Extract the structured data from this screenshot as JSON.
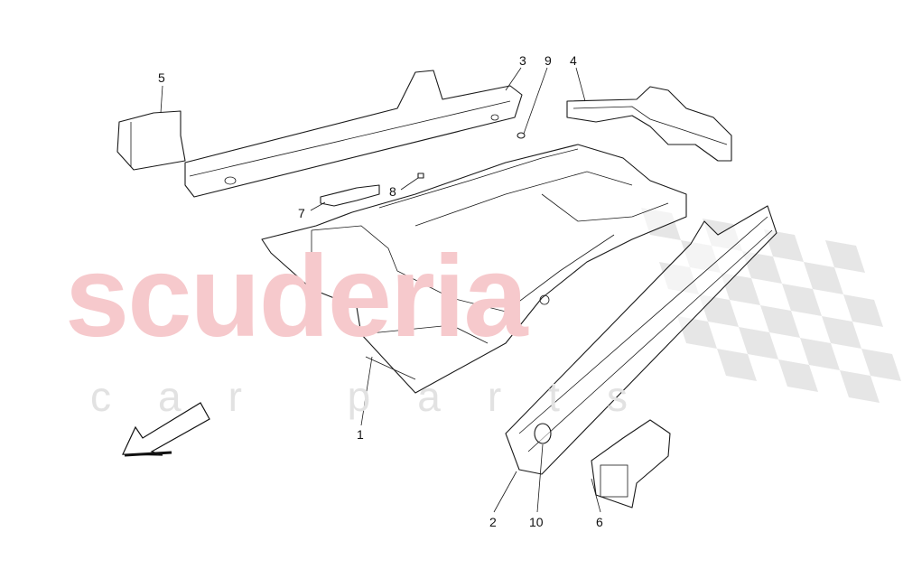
{
  "watermark": {
    "brand": "scuderia",
    "sub": "car parts"
  },
  "callouts": [
    "1",
    "2",
    "3",
    "4",
    "5",
    "6",
    "7",
    "8",
    "9",
    "10"
  ],
  "icons": {
    "direction": "arrow-front-left-icon",
    "flag": "checkered-flag-watermark"
  },
  "colors": {
    "watermark_pink": "#f6c9cc",
    "watermark_gray": "#e2e2e2",
    "line": "#1a1a1a"
  }
}
